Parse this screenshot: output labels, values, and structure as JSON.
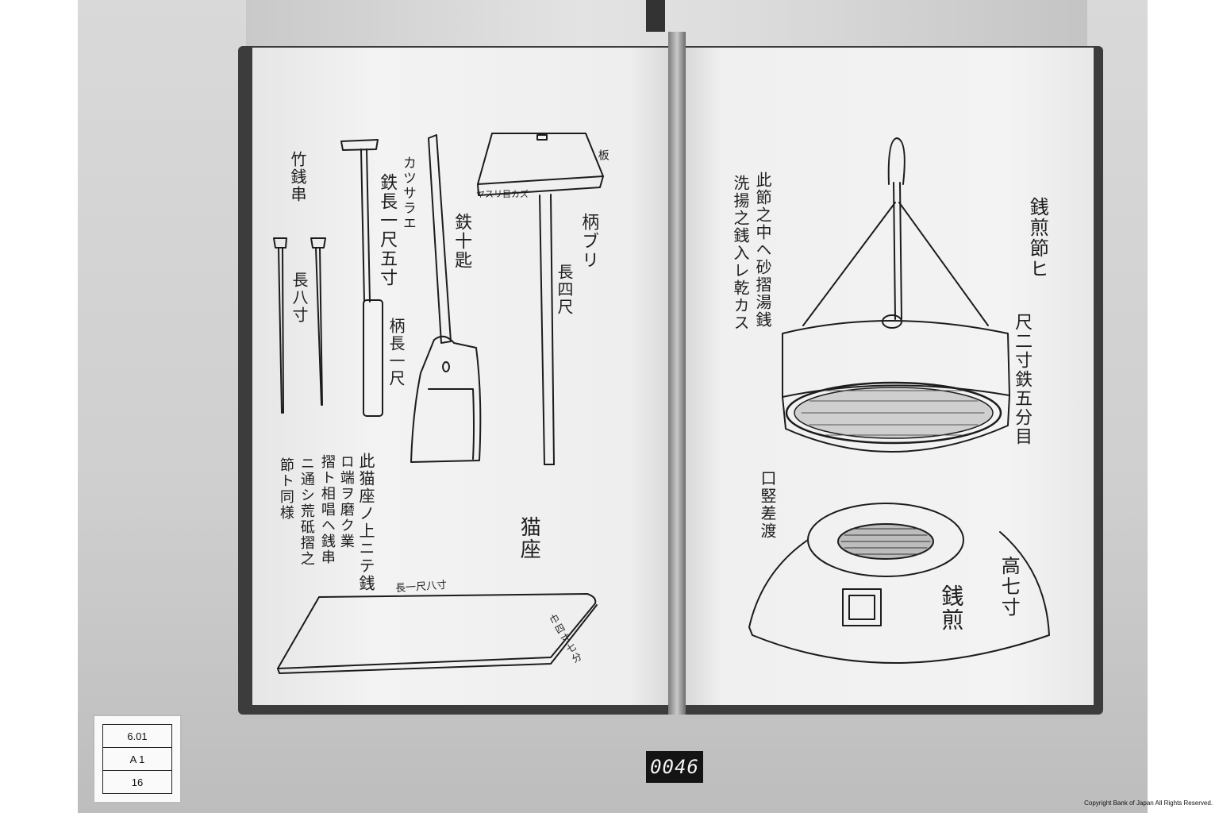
{
  "left_page": {
    "label_bamboo_skewer": "竹銭串",
    "label_skewer_length": "長八寸",
    "label_katsusara": "カツサラエ",
    "label_iron_length": "鉄長一尺五寸",
    "label_handle_length": "柄長一尺",
    "label_iron_ladle": "鉄十匙",
    "label_board": "板",
    "label_board_note": "ヤスリ目カズ",
    "label_handle": "柄ブリ",
    "label_handle_long": "長四尺",
    "caption_lines": [
      "此猫座ノ上ニテ銭",
      "ロ端ヲ磨ク業",
      "摺ト相唱ヘ銭串",
      "ニ通シ荒砥摺之",
      "節ト同様"
    ],
    "label_cat_seat": "猫座",
    "board_top_note": "長一尺八寸",
    "board_side_note": "巾四寸七分"
  },
  "right_page": {
    "label_title": "銭煎節ヒ",
    "label_dimension": "尺二寸鉄五分目",
    "caption_lines": [
      "此節之中ヘ砂摺湯銭",
      "洗揚之銭入レ乾カス"
    ],
    "label_mouth": "口竪差渡",
    "label_height": "高七寸",
    "label_roaster": "銭煎"
  },
  "card": {
    "row1": "6.01",
    "row2": "A   1",
    "row3": "16"
  },
  "frame_counter": "0046",
  "copyright": "Copyright Bank of Japan All Rights Reserved."
}
